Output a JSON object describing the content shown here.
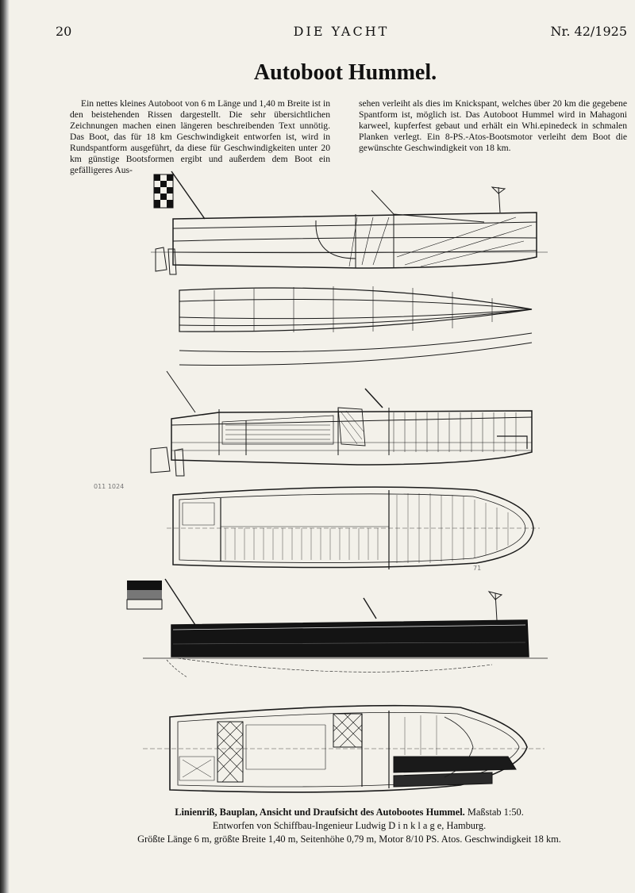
{
  "header": {
    "page_number": "20",
    "journal_title": "DIE YACHT",
    "issue": "Nr. 42/1925"
  },
  "article": {
    "title": "Autoboot Hummel.",
    "left_column": "Ein nettes kleines Autoboot von 6 m Länge und 1,40 m Breite ist in den beistehenden Rissen dargestellt. Die sehr übersichtlichen Zeichnungen machen einen längeren beschreibenden Text unnötig. Das Boot, das für 18 km Geschwindigkeit entworfen ist, wird in Rundspantform ausgeführt, da diese für Geschwindigkeiten unter 20 km günstige Bootsformen ergibt und außerdem dem Boot ein gefälligeres Aus-",
    "right_column": "sehen verleiht als dies im Knickspant, welches über 20 km die gegebene Spantform ist, möglich ist. Das Autoboot Hummel wird in Mahagoni karweel, kupferfest gebaut und erhält ein Whi.epinedeck in schmalen Planken verlegt. Ein 8-PS.-Atos-Bootsmotor verleiht dem Boot die gewünschte Geschwindigkeit von 18 km."
  },
  "caption": {
    "line1_bold": "Linienriß, Bauplan, Ansicht und Draufsicht des Autobootes Hummel.",
    "line1_scale": "Maßstab 1:50.",
    "line2": "Entworfen von Schiffbau-Ingenieur Ludwig D i n k l a g e, Hamburg.",
    "line3": "Größte Länge 6 m, größte Breite 1,40 m, Seitenhöhe 0,79 m, Motor 8/10 PS. Atos. Geschwindigkeit 18 km."
  },
  "margin_notes": {
    "left_mark": "011 1024",
    "drawing_mark": "71"
  },
  "colors": {
    "paper": "#f3f1ea",
    "ink": "#111111",
    "hull_dark": "#141414"
  }
}
